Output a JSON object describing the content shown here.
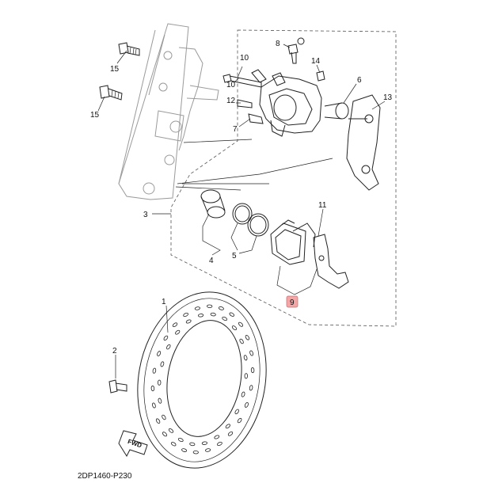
{
  "diagram": {
    "drawing_code": "2DP1460-P230",
    "fwd_mark": "FWD",
    "highlight_color": "#f4a6a6",
    "callouts": [
      "1",
      "2",
      "3",
      "4",
      "5",
      "6",
      "7",
      "8",
      "9",
      "10",
      "11",
      "12",
      "13",
      "14",
      "15",
      "15"
    ],
    "highlighted_callout": "9"
  }
}
